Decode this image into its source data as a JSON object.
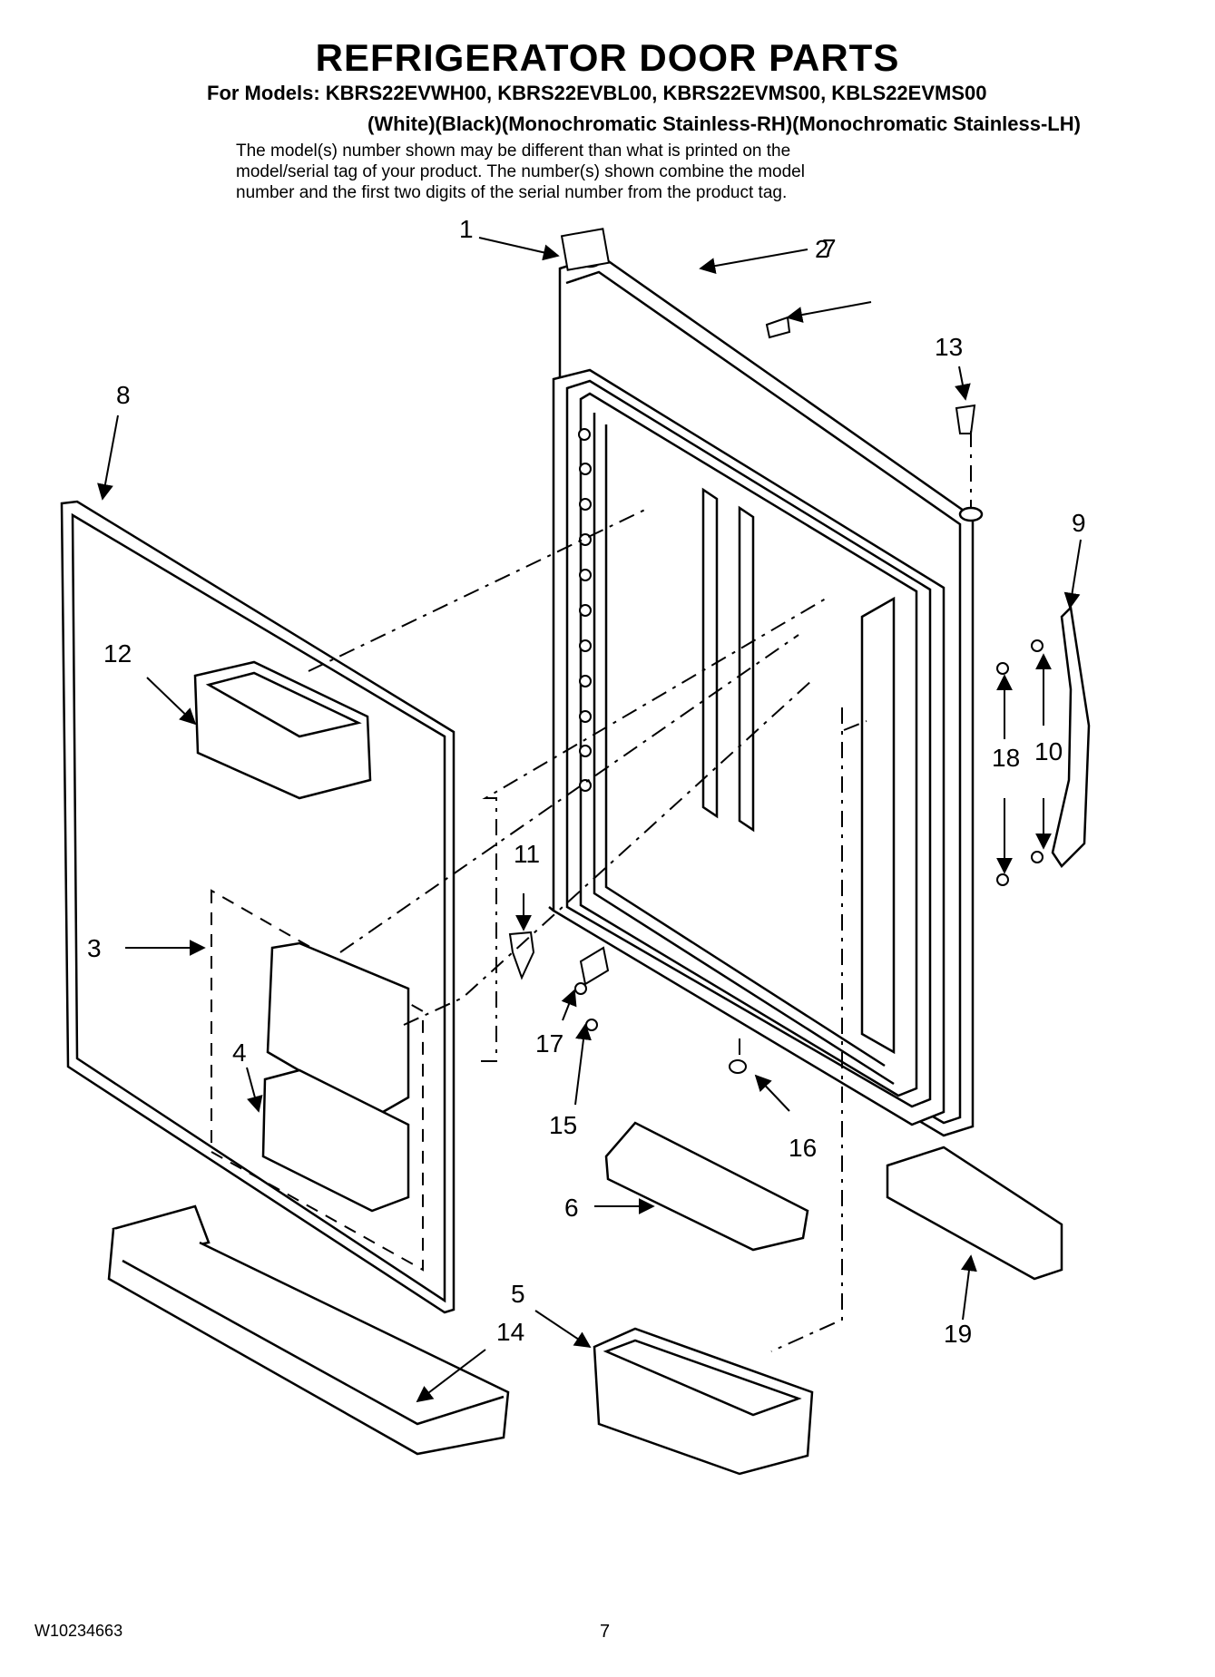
{
  "header": {
    "title": "REFRIGERATOR DOOR PARTS",
    "models": "For Models: KBRS22EVWH00, KBRS22EVBL00, KBRS22EVMS00, KBLS22EVMS00",
    "variants": "(White)(Black)(Monochromatic Stainless-RH)(Monochromatic Stainless-LH)",
    "note_lines": [
      "The model(s) number shown may be different than what is printed on the",
      "model/serial tag of your product. The number(s) shown combine the model",
      "number and the first two digits of the serial number from the product tag."
    ]
  },
  "callouts": {
    "c1": "1",
    "c2": "2",
    "c3": "3",
    "c4": "4",
    "c5": "5",
    "c6": "6",
    "c7": "7",
    "c8": "8",
    "c9": "9",
    "c10": "10",
    "c11": "11",
    "c12": "12",
    "c13": "13",
    "c14": "14",
    "c15": "15",
    "c16": "16",
    "c17": "17",
    "c18": "18",
    "c19": "19"
  },
  "footer": {
    "doc_number": "W10234663",
    "page_number": "7"
  }
}
